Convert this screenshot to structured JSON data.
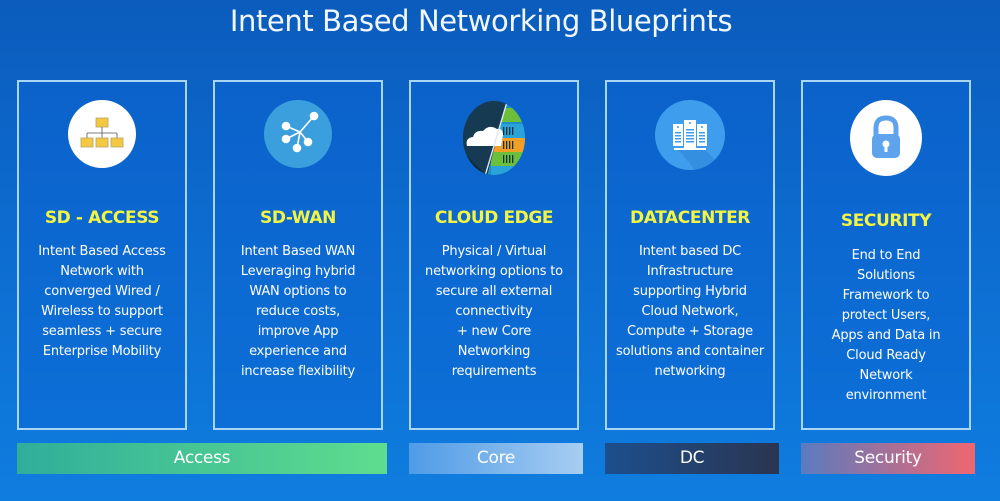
{
  "title": "Intent Based Networking Blueprints",
  "cards": [
    {
      "id": "sd-access",
      "icon": "hierarchy-org-chart-icon",
      "title": "SD - ACCESS",
      "lines": [
        "Intent Based Access",
        "Network with",
        "converged Wired /",
        "Wireless to support",
        "seamless + secure",
        "Enterprise Mobility"
      ]
    },
    {
      "id": "sd-wan",
      "icon": "network-nodes-icon",
      "title": "SD-WAN",
      "lines": [
        "Intent Based WAN",
        "Leveraging hybrid",
        "WAN options to",
        "reduce costs,",
        "improve App",
        "experience and",
        "increase flexibility"
      ]
    },
    {
      "id": "cloud-edge",
      "icon": "cloud-server-icon",
      "title": "CLOUD EDGE",
      "lines": [
        "Physical / Virtual",
        "networking options to",
        "secure all external",
        "connectivity",
        "+ new Core",
        "Networking",
        "requirements"
      ]
    },
    {
      "id": "datacenter",
      "icon": "server-rack-icon",
      "title": "DATACENTER",
      "lines": [
        "Intent based DC",
        "Infrastructure",
        "supporting Hybrid",
        "Cloud Network,",
        "Compute + Storage",
        "solutions and container",
        "networking"
      ]
    },
    {
      "id": "security",
      "icon": "padlock-icon",
      "title": "SECURITY",
      "lines": [
        "End to End",
        "Solutions",
        "Framework to",
        "protect Users,",
        "Apps and Data in",
        "Cloud Ready",
        "Network",
        "environment"
      ]
    }
  ],
  "categories": [
    {
      "label": "Access",
      "spans": [
        "SD - ACCESS",
        "SD-WAN"
      ],
      "color_from": "#30ae9a",
      "color_to": "#5fdd8e"
    },
    {
      "label": "Core",
      "spans": [
        "CLOUD EDGE"
      ],
      "color_from": "#4f9be6",
      "color_to": "#a7cdf2"
    },
    {
      "label": "DC",
      "spans": [
        "DATACENTER"
      ],
      "color_from": "#1c4f8d",
      "color_to": "#2b3550"
    },
    {
      "label": "Security",
      "spans": [
        "SECURITY"
      ],
      "color_from": "#5a7bc0",
      "color_to": "#f06670"
    }
  ],
  "colors": {
    "background": "#0d6bcf",
    "card_border": "#a9d6f5",
    "card_title": "#f3f542",
    "text": "#ffffff"
  }
}
